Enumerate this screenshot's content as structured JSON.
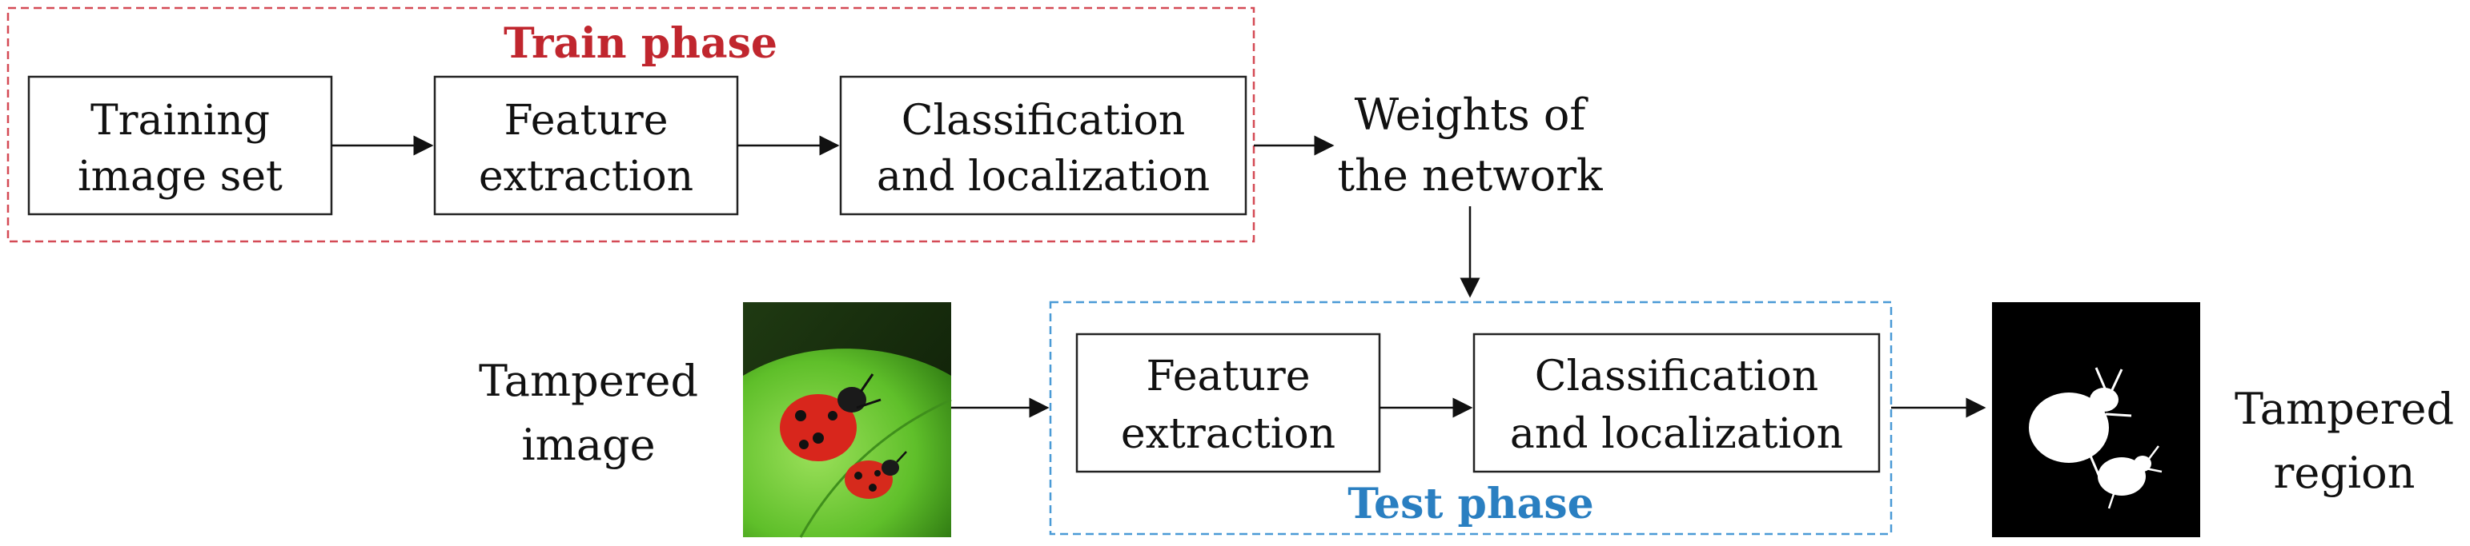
{
  "train_phase": {
    "title": "Train phase",
    "title_color": "#c0262e",
    "border_color": "#d44a55",
    "boxes": [
      {
        "line1": "Training",
        "line2": "image set"
      },
      {
        "line1": "Feature",
        "line2": "extraction"
      },
      {
        "line1": "Classification",
        "line2": "and localization"
      }
    ]
  },
  "weights": {
    "line1": "Weights of",
    "line2": "the network"
  },
  "test_phase": {
    "title": "Test phase",
    "title_color": "#2a7fc1",
    "border_color": "#4a9ad6",
    "boxes": [
      {
        "line1": "Feature",
        "line2": "extraction"
      },
      {
        "line1": "Classification",
        "line2": "and localization"
      }
    ]
  },
  "input": {
    "line1": "Tampered",
    "line2": "image",
    "icon": "ladybug-photo"
  },
  "output": {
    "line1": "Tampered",
    "line2": "region",
    "icon": "tampered-mask"
  }
}
